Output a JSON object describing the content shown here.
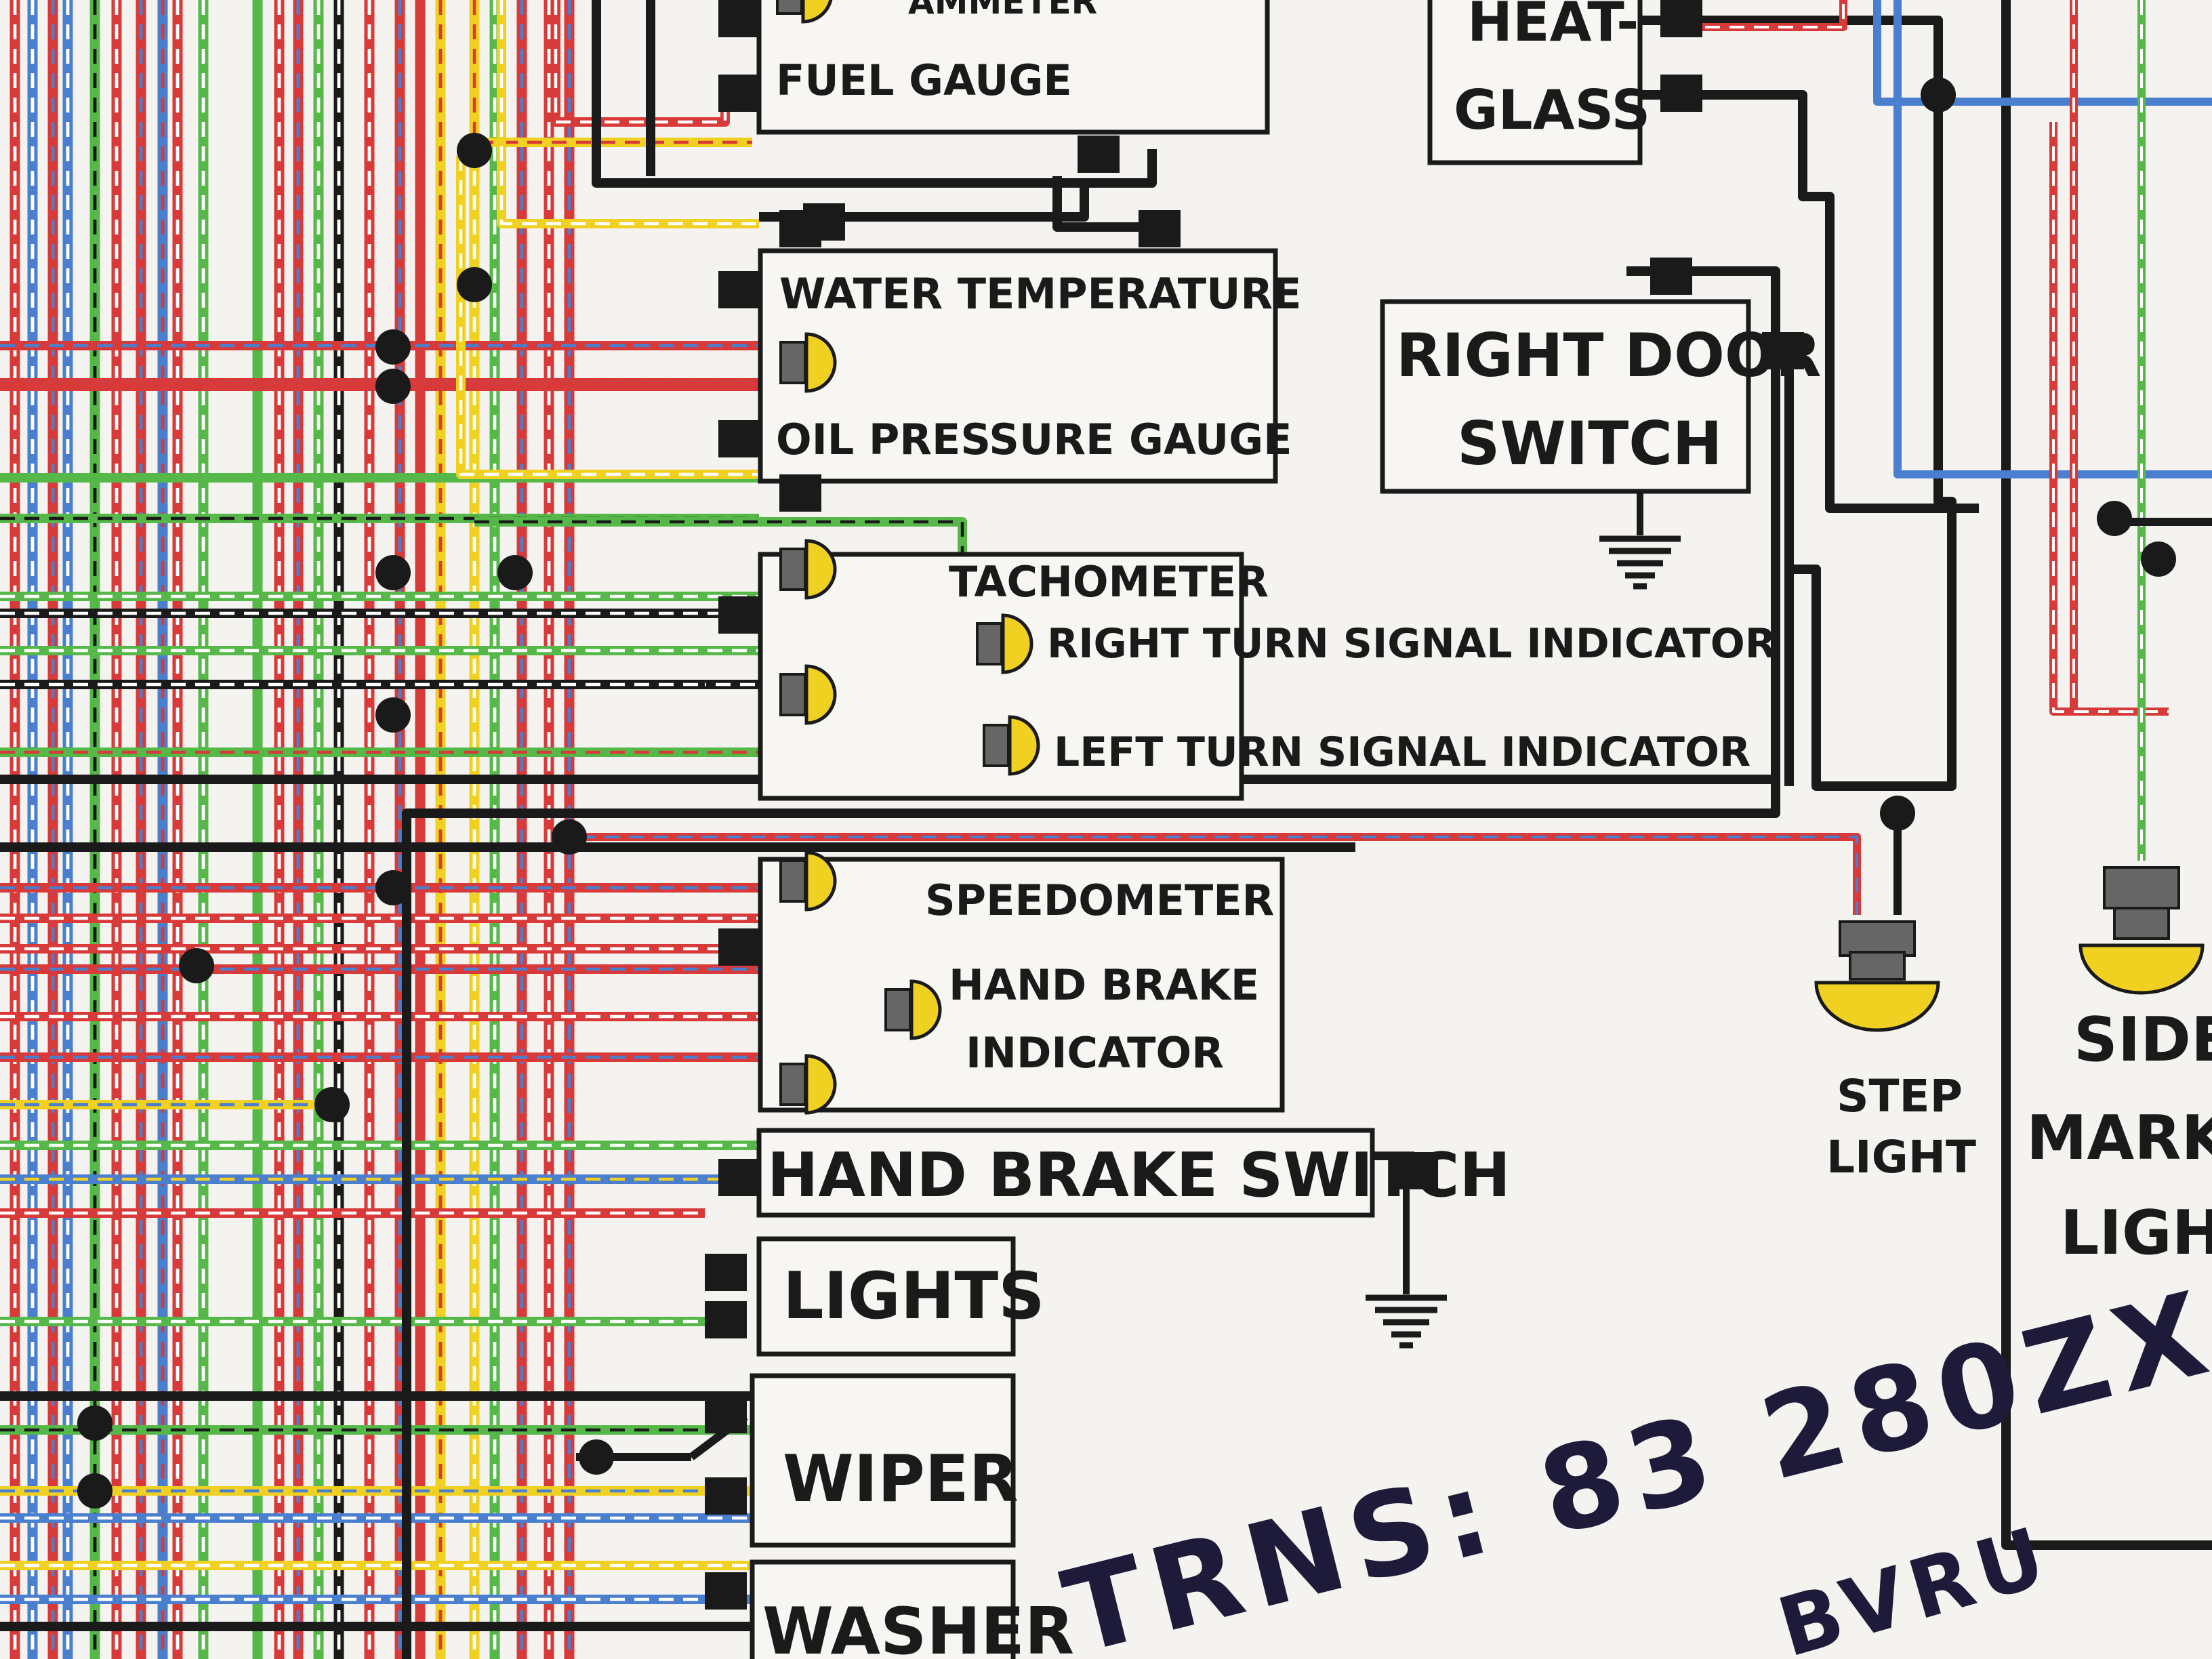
{
  "labels": {
    "ammeter": "AMMETER",
    "fuel_gauge": "FUEL GAUGE",
    "heat": "HEAT-",
    "glass": "GLASS",
    "water_temperature": "WATER TEMPERATURE",
    "oil_pressure_gauge": "OIL PRESSURE GAUGE",
    "right_door": "RIGHT DOOR",
    "switch": "SWITCH",
    "tachometer": "TACHOMETER",
    "right_turn_signal_indicator": "RIGHT TURN SIGNAL INDICATOR",
    "left_turn_signal_indicator": "LEFT TURN SIGNAL INDICATOR",
    "speedometer": "SPEEDOMETER",
    "hand_brake": "HAND BRAKE",
    "indicator": "INDICATOR",
    "hand_brake_switch": "HAND BRAKE SWITCH",
    "lights": "LIGHTS",
    "wiper": "WIPER",
    "washer": "WASHER",
    "step": "STEP",
    "light": "LIGHT",
    "side": "SIDE",
    "marker": "MARKE",
    "light2": "LIGHT"
  },
  "handwriting": {
    "line1": "TRNS: 83 280ZX",
    "line2": "BVRU"
  },
  "wire_colors": {
    "black": "#1a1a1a",
    "red": "#d83a3a",
    "green": "#55b848",
    "blue": "#4a7fd0",
    "yellow": "#f0d020",
    "white": "#ffffff"
  }
}
